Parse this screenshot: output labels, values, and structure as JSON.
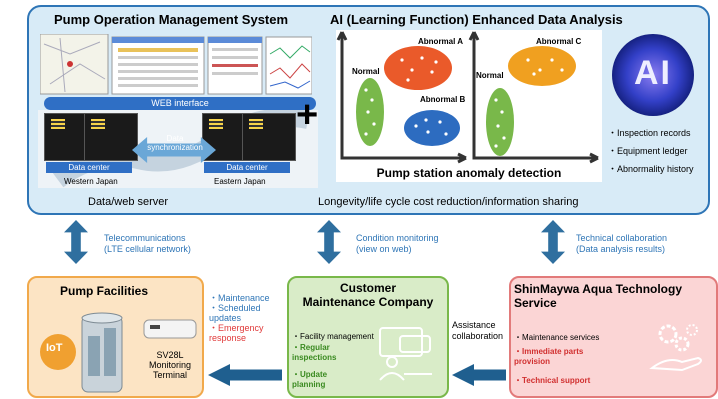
{
  "top": {
    "title_left": "Pump Operation Management System",
    "title_right": "AI (Learning Function) Enhanced Data Analysis",
    "web_interface": "WEB interface",
    "data_sync": "Data synchronization",
    "dc_west": "Data center",
    "dc_east": "Data center",
    "west_label": "Western Japan",
    "east_label": "Eastern Japan",
    "plus": "+",
    "chart_labels": {
      "normal_left": "Normal",
      "abnormal_a": "Abnormal A",
      "abnormal_b": "Abnormal B",
      "normal_right": "Normal",
      "abnormal_c": "Abnormal C"
    },
    "anomaly_title": "Pump station anomaly detection",
    "ai_label": "AI",
    "bullets": [
      "・Inspection records",
      "・Equipment ledger",
      "・Abnormality history"
    ],
    "footer_left": "Data/web server",
    "footer_right": "Longevity/life cycle cost reduction/information sharing"
  },
  "arrows": {
    "left_label": "Telecommunications\n(LTE cellular network)",
    "middle_label": "Condition monitoring\n(view on web)",
    "right_label": "Technical collaboration\n(Data analysis results)",
    "between_left": [
      "・Maintenance",
      "・Scheduled",
      "   updates"
    ],
    "between_left_red": [
      "・Emergency",
      "   response"
    ],
    "between_right": "Assistance\ncollaboration"
  },
  "boxes": {
    "pump": {
      "title": "Pump Facilities",
      "iot": "IoT",
      "terminal": "SV28L\nMonitoring\nTerminal"
    },
    "customer": {
      "title": "Customer\nMaintenance Company",
      "item1": "・Facility management",
      "item2": "・Regular\n   inspections",
      "item3": "・Update\n   planning"
    },
    "shinmaywa": {
      "title": "ShinMaywa Aqua Technology\nService",
      "item1": "・Maintenance services",
      "item2": "・Immediate parts\n   provision",
      "item3": "・Technical support"
    }
  },
  "colors": {
    "blue_frame": "#2e75b6",
    "orange": "#f1a94b",
    "green": "#79b84a",
    "red": "#e27a7a"
  }
}
